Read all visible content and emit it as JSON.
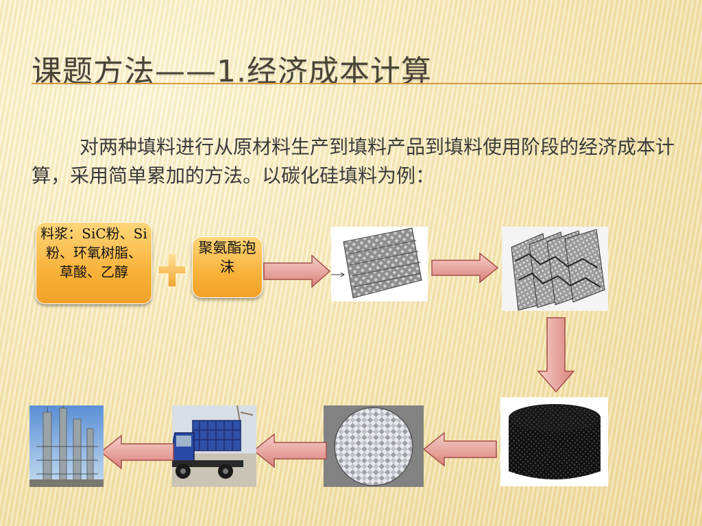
{
  "slide": {
    "title": "课题方法——1.经济成本计算",
    "body": "对两种填料进行从原材料生产到填料产品到填料使用阶段的经济成本计算，采用简单累加的方法。以碳化硅填料为例："
  },
  "flow": {
    "raw_materials": "料浆：SiC粉、Si粉、环氧树脂、草酸、乙醇",
    "foam": "聚氨酯泡沫"
  },
  "colors": {
    "box": "#f8b23a",
    "arrow": "#e7a3a1",
    "title_rule": "#d59a48"
  },
  "icons": [
    "plus-icon",
    "arrow-right-icon",
    "arrow-down-icon",
    "arrow-left-icon"
  ]
}
